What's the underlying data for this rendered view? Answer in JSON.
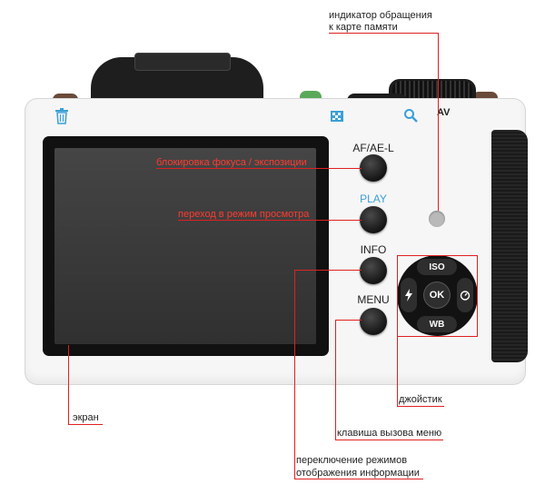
{
  "colors": {
    "annotation_line": "#e02020",
    "play_label": "#3aa0d8",
    "body": "#f6f6f6"
  },
  "camera": {
    "mode_label": "AV",
    "buttons": {
      "af_ae_l": "AF/AE-L",
      "play": "PLAY",
      "info": "INFO",
      "menu": "MENU"
    },
    "joystick": {
      "up": "ISO",
      "down": "WB",
      "center": "OK",
      "left_icon": "flash-icon",
      "right_icon": "timer-icon"
    },
    "top_icons": [
      "trash-icon",
      "checker-icon",
      "zoom-icon"
    ]
  },
  "annotations": {
    "card_indicator_line1": "индикатор обращения",
    "card_indicator_line2": "к карте памяти",
    "af_lock": "блокировка фокуса / экспозиции",
    "play_mode": "переход в режим просмотра",
    "screen": "экран",
    "joystick": "джойстик",
    "menu_key": "клавиша вызова меню",
    "info_line1": "переключение режимов",
    "info_line2": "отображения информации"
  }
}
